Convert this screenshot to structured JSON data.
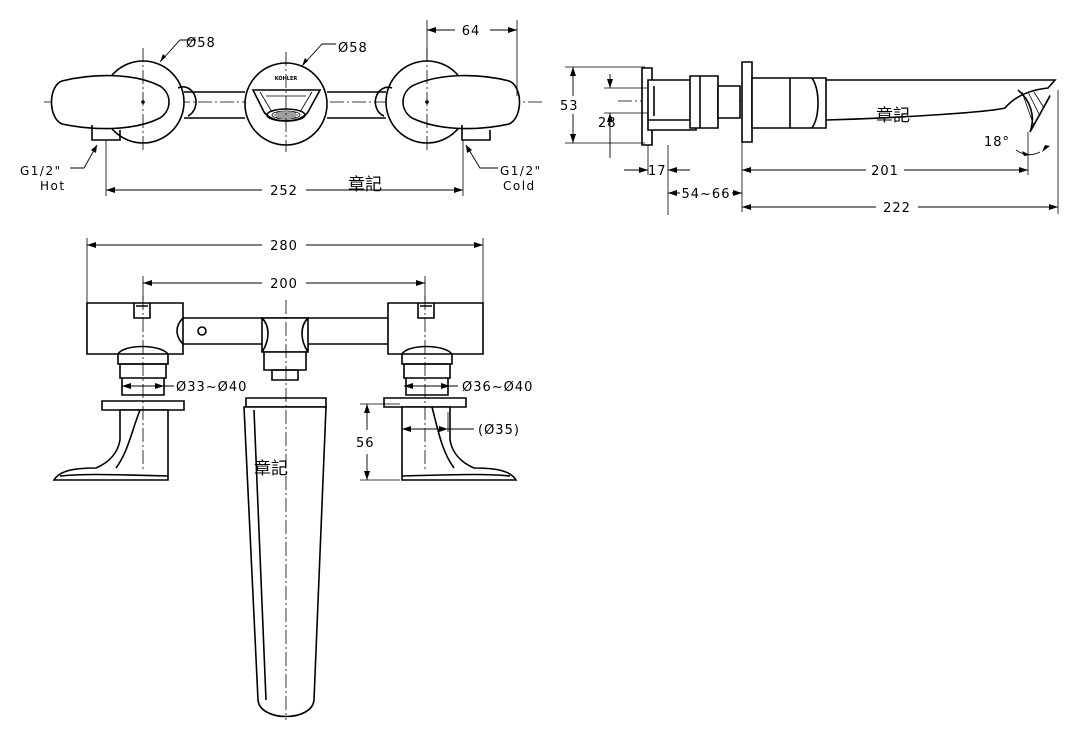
{
  "brand": "KOHLER",
  "stamps": [
    "章記",
    "章記",
    "章記"
  ],
  "front_view": {
    "dim_handle_dia": "Ø58",
    "dim_spout_dia": "Ø58",
    "dim_offset": "64",
    "dim_inlet_span": "252",
    "inlet_hot_size": "G1/2\"",
    "inlet_hot_label": "Hot",
    "inlet_cold_size": "G1/2\"",
    "inlet_cold_label": "Cold"
  },
  "side_view": {
    "dim_height": "53",
    "dim_inner_height": "28",
    "dim_depth": "17",
    "dim_wall_range": "54~66",
    "dim_spout_reach": "201",
    "dim_total_reach": "222",
    "dim_angle": "18°"
  },
  "top_view": {
    "dim_total_width": "280",
    "dim_center_span": "200",
    "dim_left_hole": "Ø33~Ø40",
    "dim_right_hole": "Ø36~Ø40",
    "dim_flange": "(Ø35)",
    "dim_lever_height": "56"
  }
}
